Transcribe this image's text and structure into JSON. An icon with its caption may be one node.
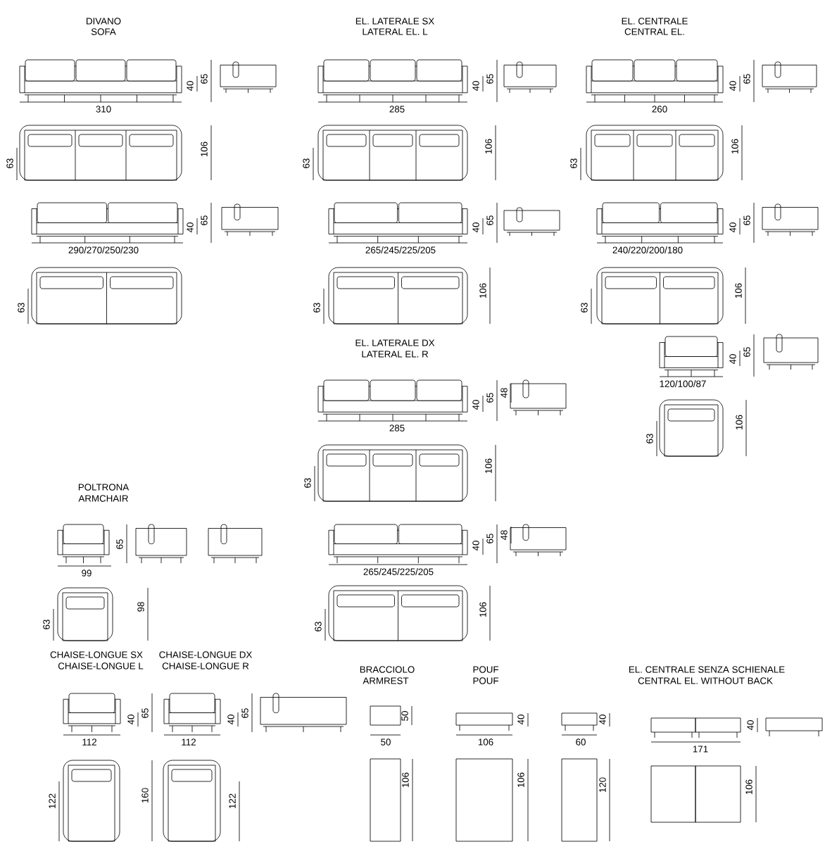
{
  "diagram": {
    "labels": [
      "DIVANO",
      "SOFA",
      "40",
      "65",
      "310",
      "63",
      "106",
      "40",
      "65",
      "290/270/250/230",
      "63",
      "EL. LATERALE SX",
      "LATERAL EL. L",
      "40",
      "65",
      "285",
      "63",
      "106",
      "40",
      "65",
      "265/245/225/205",
      "63",
      "106",
      "EL. CENTRALE",
      "CENTRAL EL.",
      "40",
      "65",
      "260",
      "63",
      "106",
      "40",
      "65",
      "240/220/200/180",
      "63",
      "106",
      "EL. LATERALE DX",
      "LATERAL EL. R",
      "40",
      "65",
      "48",
      "285",
      "63",
      "106",
      "40",
      "65",
      "48",
      "265/245/225/205",
      "63",
      "106",
      "40",
      "65",
      "120/100/87",
      "63",
      "106",
      "POLTRONA",
      "ARMCHAIR",
      "65",
      "99",
      "63",
      "98",
      "CHAISE-LONGUE SX",
      "CHAISE-LONGUE L",
      "CHAISE-LONGUE DX",
      "CHAISE-LONGUE R",
      "40",
      "65",
      "112",
      "40",
      "65",
      "112",
      "122",
      "160",
      "122",
      "BRACCIOLO",
      "ARMREST",
      "50",
      "50",
      "106",
      "POUF",
      "POUF",
      "40",
      "106",
      "106",
      "40",
      "60",
      "120",
      "EL. CENTRALE SENZA SCHIENALE",
      "CENTRAL EL. WITHOUT BACK",
      "40",
      "171",
      "106"
    ]
  }
}
